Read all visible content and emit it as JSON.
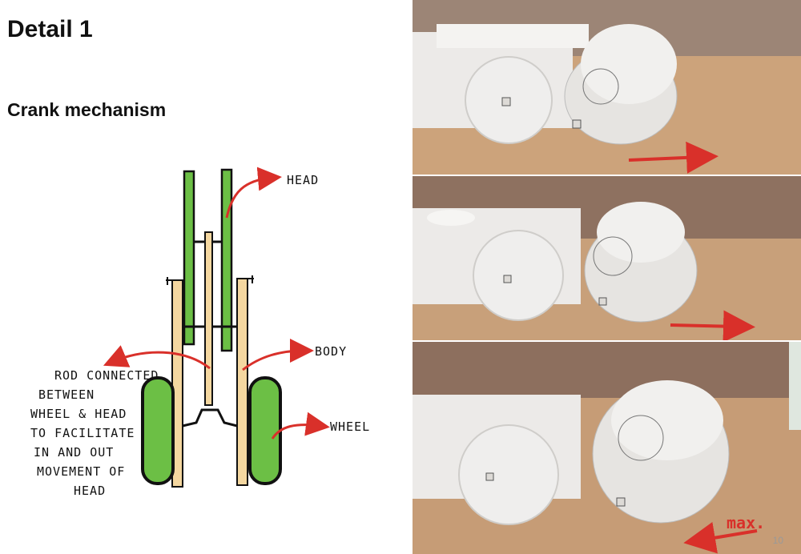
{
  "slide": {
    "title": "Detail 1",
    "subtitle": "Crank mechanism",
    "page_number": "10"
  },
  "sketch": {
    "labels": {
      "head": "HEAD",
      "body": "BODY",
      "wheel": "WHEEL",
      "rod_line1": "ROD CONNECTED",
      "rod_line2": "BETWEEN",
      "rod_line3": "WHEEL & HEAD",
      "rod_line4": "TO FACILITATE",
      "rod_line5": "IN AND OUT",
      "rod_line6": "MOVEMENT OF",
      "rod_line7": "HEAD"
    },
    "colors": {
      "part_green": "#6cbf45",
      "part_tan": "#f4d7a0",
      "arrow_red": "#d9302a"
    }
  },
  "photos": {
    "annotation": "max.",
    "frames": [
      {
        "arrow_direction": "right"
      },
      {
        "arrow_direction": "right"
      },
      {
        "arrow_direction": "left"
      }
    ]
  }
}
